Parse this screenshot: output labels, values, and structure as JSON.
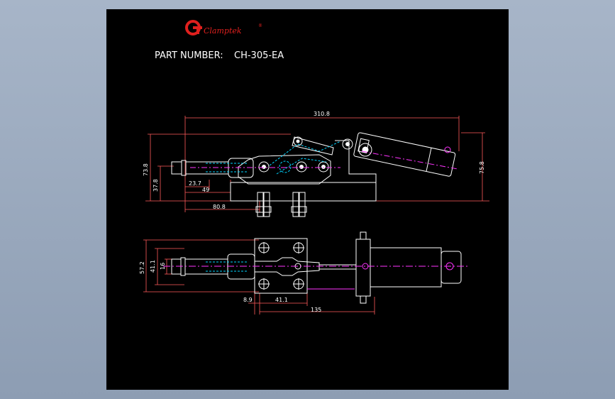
{
  "brand": {
    "name": "Clamptek",
    "mark": "®",
    "logo_color": "#e0201e"
  },
  "part_number": {
    "label": "PART NUMBER:",
    "value": "CH-305-EA"
  },
  "colors": {
    "background": "#000000",
    "outline": "#ffffff",
    "dimension": "#ff5a5a",
    "hidden": "#00d4ff",
    "center": "#ff33ff",
    "dim_text": "#ffffff",
    "rotated_dim_text": "#00ff33",
    "viewport_frame": "#8a9bb0"
  },
  "side_view": {
    "dimensions": {
      "overall_length": "310.8",
      "height_total": "73.8",
      "height_base": "37.8",
      "height_right": "75.8",
      "spindle_length": "23.7",
      "spindle_thread": "49",
      "spindle_to_base": "80.8"
    }
  },
  "top_view": {
    "dimensions": {
      "width_total": "57.2",
      "width_mid": "41.1",
      "width_small": "16",
      "edge_offset": "8.9",
      "hole_spacing": "41.1",
      "length_from_base": "135"
    }
  }
}
